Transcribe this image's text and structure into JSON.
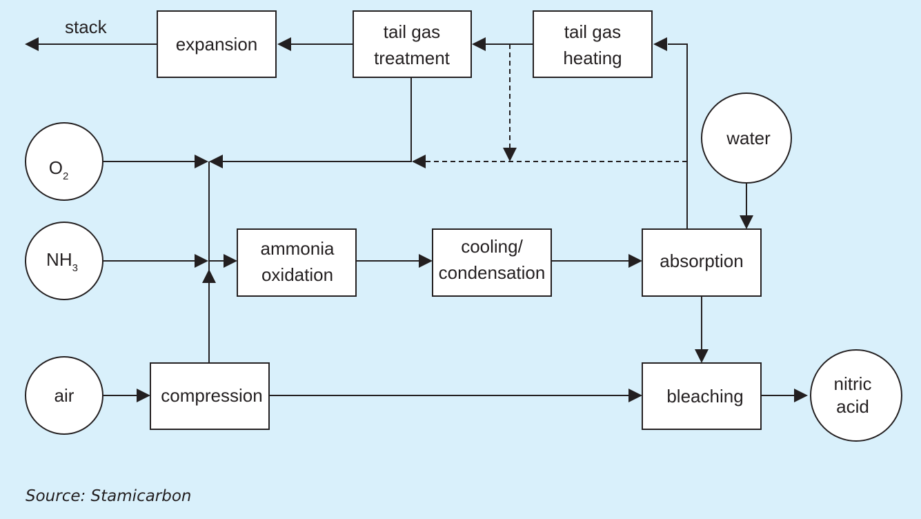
{
  "nodes": {
    "stack": "stack",
    "expansion": "expansion",
    "tail_gas_treatment": [
      "tail gas",
      "treatment"
    ],
    "tail_gas_heating": [
      "tail gas",
      "heating"
    ],
    "water": "water",
    "oxygen": {
      "main": "O",
      "sub": "2"
    },
    "ammonia": {
      "main": "NH",
      "sub": "3"
    },
    "ammonia_oxidation": [
      "ammonia",
      "oxidation"
    ],
    "cooling_condensation": [
      "cooling/",
      "condensation"
    ],
    "absorption": "absorption",
    "air": "air",
    "compression": "compression",
    "bleaching": "bleaching",
    "nitric_acid": [
      "nitric",
      "acid"
    ]
  },
  "source": "Source: Stamicarbon",
  "colors": {
    "background": "#d9f0fb",
    "node_fill": "#ffffff",
    "line": "#231f20"
  }
}
